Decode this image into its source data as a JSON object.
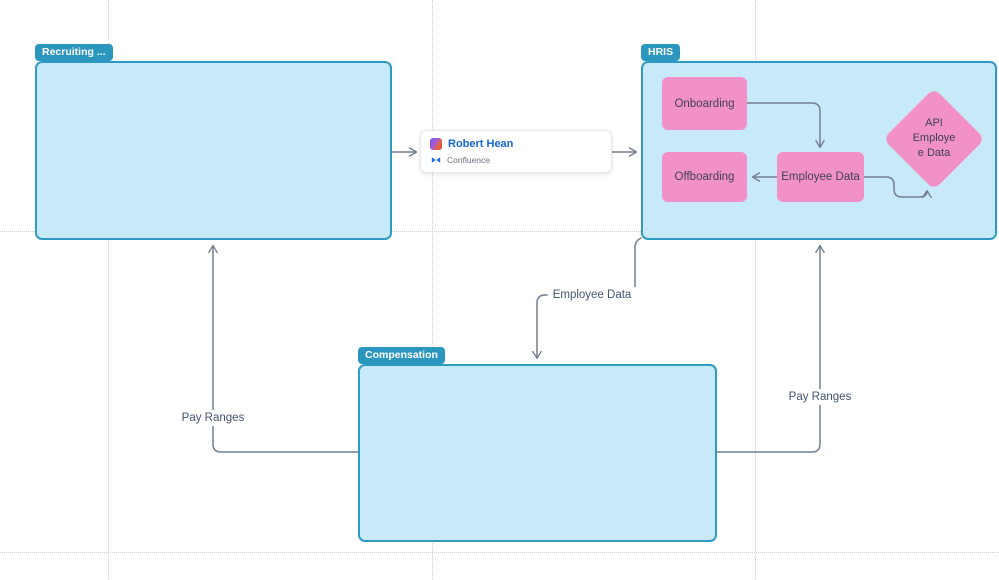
{
  "colors": {
    "container_fill": "#C8E9F7",
    "container_border": "#2E9CC2",
    "badge_bg": "#2B96BE",
    "badge_text": "#FFFFFF",
    "node_fill": "#F291C7",
    "node_text": "#3E3F58",
    "connector": "#747E90",
    "edge_label_text": "#44546F",
    "card_title_blue": "#1665D8",
    "card_subtitle_gray": "#6B7280",
    "confluence_blue": "#1868DB"
  },
  "containers": {
    "recruiting": {
      "label": "Recruiting ..."
    },
    "hris": {
      "label": "HRIS"
    },
    "compensation": {
      "label": "Compensation"
    }
  },
  "nodes": {
    "onboarding": {
      "label": "Onboarding"
    },
    "offboarding": {
      "label": "Offboarding"
    },
    "employee_data": {
      "label": "Employee Data"
    },
    "api_employee_data": {
      "line1": "API",
      "line2": "Employe",
      "line3": "e Data"
    }
  },
  "card": {
    "title": "Robert Hean",
    "subtitle": "Confluence",
    "avatar_icon": "gradient-avatar-icon",
    "app_icon": "confluence-icon"
  },
  "edge_labels": {
    "employee_data": "Employee Data",
    "pay_ranges_left": "Pay Ranges",
    "pay_ranges_right": "Pay Ranges"
  }
}
